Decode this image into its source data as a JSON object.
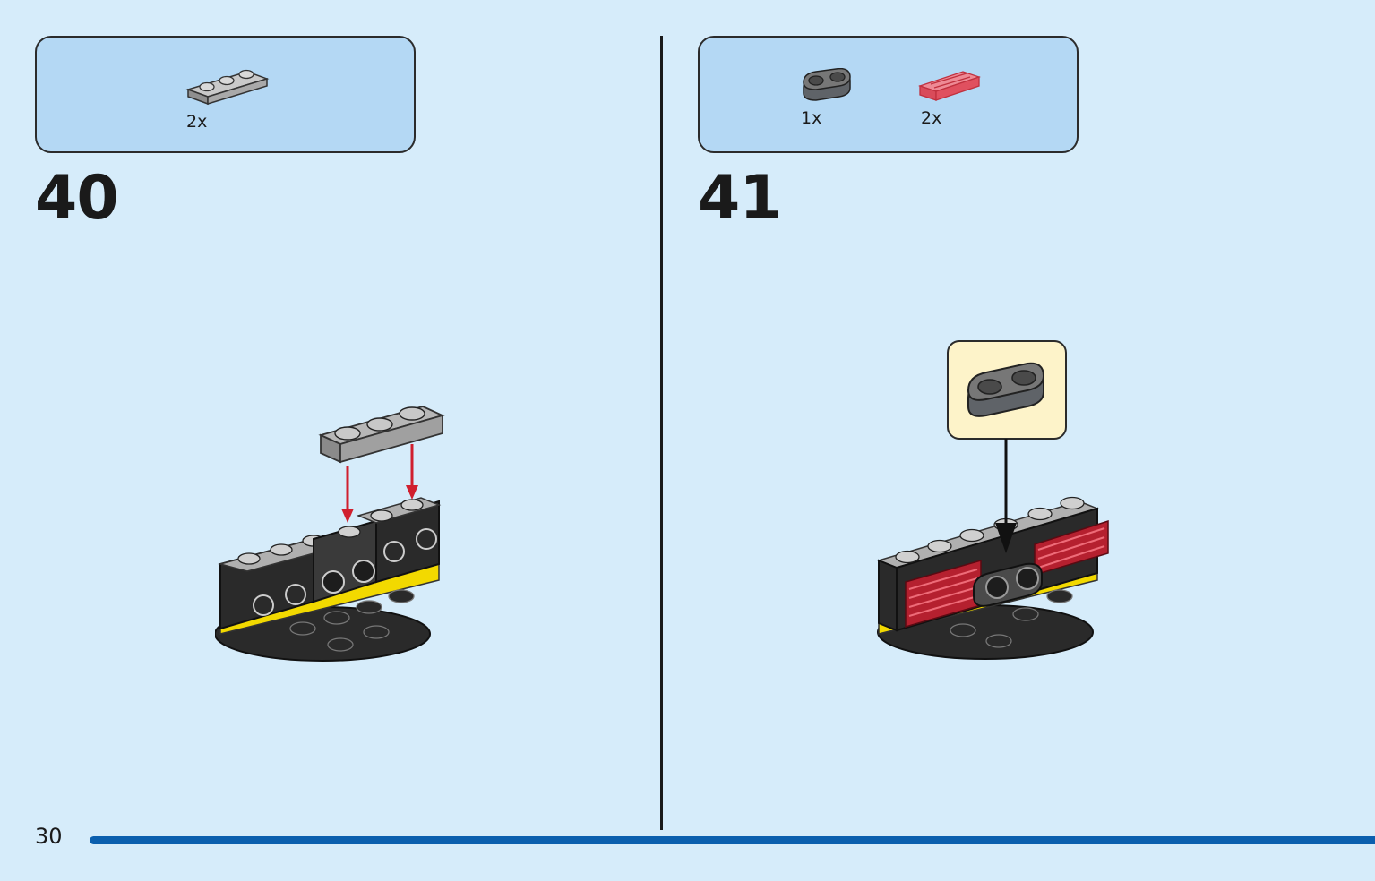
{
  "steps": [
    {
      "number": "40",
      "parts": [
        {
          "name": "light-gray-1x3-plate",
          "quantity": "2x",
          "color": "#a9a9a9"
        }
      ]
    },
    {
      "number": "41",
      "parts": [
        {
          "name": "dark-gray-1x2-rounded-plate",
          "quantity": "1x",
          "color": "#5f6368"
        },
        {
          "name": "trans-red-grille-tile",
          "quantity": "2x",
          "color": "#e0505f"
        }
      ]
    }
  ],
  "page": {
    "number": "30"
  },
  "colors": {
    "background": "#d6ecfa",
    "parts_box": "#b4d8f4",
    "callout": "#fdf3c9",
    "accent_bar": "#0b5fae",
    "arrow_red": "#d01f2e",
    "brick_black": "#2a2a2a",
    "brick_yellow": "#f2d900"
  }
}
